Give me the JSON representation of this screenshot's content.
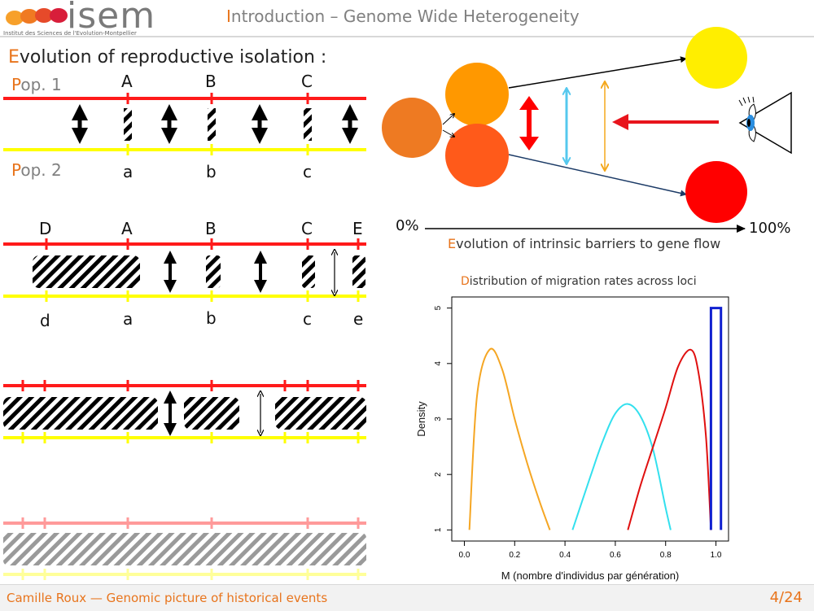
{
  "header": {
    "logo_text": "isem",
    "logo_subtitle": "Institut des Sciences de l'Evolution-Montpellier",
    "title_first": "I",
    "title_rest": "ntroduction – Genome Wide Heterogeneity"
  },
  "section_title": {
    "first": "E",
    "rest": "volution of reproductive isolation :"
  },
  "panel1": {
    "pop1": {
      "first": "P",
      "rest": "op. 1"
    },
    "pop2": {
      "first": "P",
      "rest": "op. 2"
    },
    "upper_labels": [
      "A",
      "B",
      "C"
    ],
    "lower_labels": [
      "a",
      "b",
      "c"
    ]
  },
  "panel2": {
    "upper_labels": [
      "D",
      "A",
      "B",
      "C",
      "E"
    ],
    "lower_labels": [
      "d",
      "a",
      "b",
      "c",
      "e"
    ]
  },
  "scheme": {
    "axis_start": "0%",
    "axis_end": "100%",
    "caption": {
      "first": "E",
      "rest": "volution of intrinsic barriers to gene flow"
    },
    "colors": {
      "ancestral": "#ee7a22",
      "pop_a": "#ff9800",
      "pop_b": "#ff5a1a",
      "final_a": "#ffee00",
      "final_b": "#ff0000"
    }
  },
  "chart_title": {
    "first": "D",
    "rest": "istribution of migration rates across loci"
  },
  "chart_data": {
    "type": "line",
    "xlabel": "M (nombre d'individus par génération)",
    "ylabel": "Density",
    "xlim": [
      -0.05,
      1.05
    ],
    "ylim": [
      0.8,
      5.2
    ],
    "x_ticks": [
      "0.0",
      "0.2",
      "0.4",
      "0.6",
      "0.8",
      "1.0"
    ],
    "y_ticks": [
      "1",
      "2",
      "3",
      "4",
      "5"
    ],
    "series": [
      {
        "color": "#f5a623",
        "x": [
          0.02,
          0.05,
          0.1,
          0.15,
          0.2,
          0.25,
          0.3,
          0.34
        ],
        "y": [
          1.0,
          3.4,
          4.25,
          3.9,
          3.0,
          2.2,
          1.5,
          1.0
        ]
      },
      {
        "color": "#33e0ee",
        "x": [
          0.43,
          0.5,
          0.55,
          0.6,
          0.65,
          0.7,
          0.75,
          0.8,
          0.82
        ],
        "y": [
          1.0,
          1.95,
          2.6,
          3.1,
          3.27,
          3.05,
          2.45,
          1.4,
          1.0
        ]
      },
      {
        "color": "#e01010",
        "x": [
          0.65,
          0.7,
          0.75,
          0.8,
          0.85,
          0.9,
          0.93,
          0.96,
          0.98
        ],
        "y": [
          1.0,
          1.8,
          2.5,
          3.2,
          3.95,
          4.25,
          3.85,
          2.7,
          1.0
        ]
      },
      {
        "color": "#1020d0",
        "type": "step",
        "x": [
          0.98,
          0.98,
          1.02,
          1.02
        ],
        "y": [
          1.0,
          5.0,
          5.0,
          1.0
        ]
      }
    ]
  },
  "footer": {
    "left": "Camille Roux — Genomic picture of historical events",
    "page": "4/24"
  }
}
